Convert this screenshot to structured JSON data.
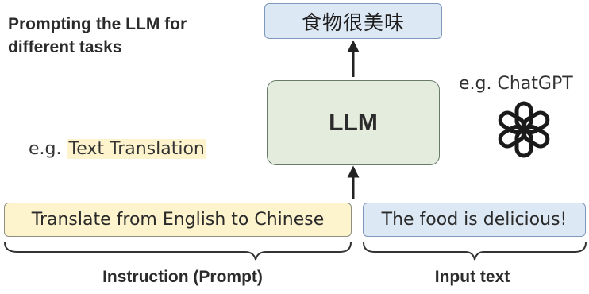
{
  "title": {
    "line1": "Prompting the LLM for",
    "line2": "different tasks"
  },
  "output_text": "食物很美味",
  "model_box_label": "LLM",
  "task_example": {
    "prefix": "e.g.",
    "task": "Text Translation"
  },
  "model_example": {
    "text": "e.g. ChatGPT",
    "icon": "openai-logo-icon"
  },
  "prompt_text": "Translate from English to Chinese",
  "input_text": "The food is delicious!",
  "labels": {
    "prompt": "Instruction (Prompt)",
    "input": "Input text"
  },
  "colors": {
    "prompt_fill": "#fdf3cd",
    "blue_fill": "#dde8f5",
    "llm_fill": "#e4ecde"
  }
}
